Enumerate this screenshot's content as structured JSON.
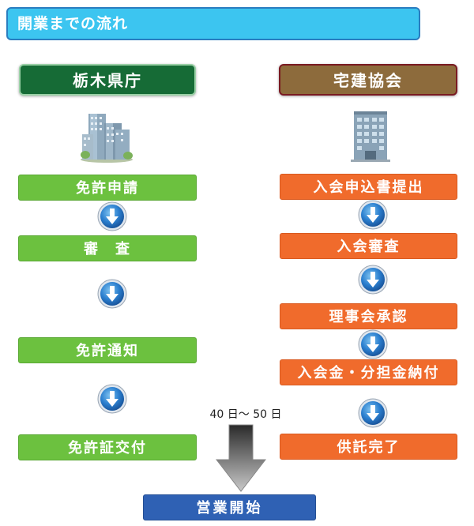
{
  "title": "開業までの流れ",
  "left_header": "栃木県庁",
  "right_header": "宅建協会",
  "left_steps": [
    "免許申請",
    "審　査",
    "免許通知",
    "免許証交付"
  ],
  "right_steps": [
    "入会申込書提出",
    "入会審査",
    "理事会承認",
    "入会金・分担金納付",
    "供託完了"
  ],
  "duration_label": "40 日～ 50 日",
  "final_step": "営業開始",
  "colors": {
    "title_bg": "#3cc5f0",
    "left_header_bg": "#166b36",
    "right_header_bg": "#8d6b3c",
    "left_step_bg": "#6cc13f",
    "right_step_bg": "#f06b2c",
    "final_bg": "#2f61b4"
  }
}
